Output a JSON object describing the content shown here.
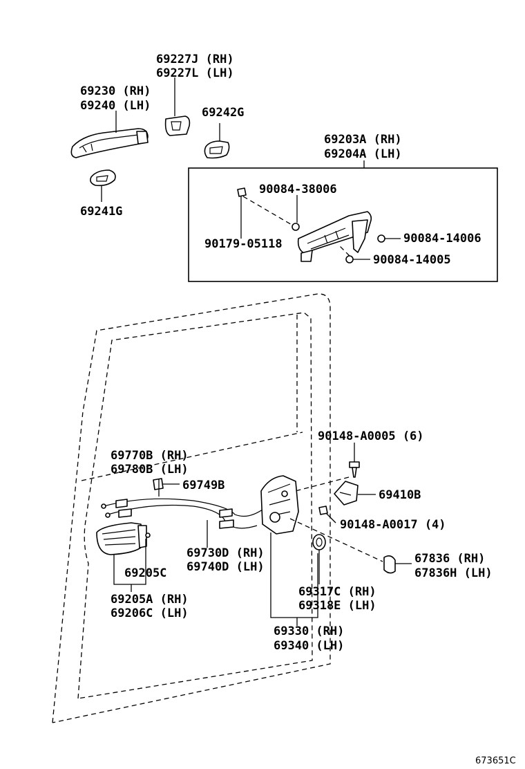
{
  "diagram_id": "673651C",
  "labels": {
    "p69227j": "69227J (RH)",
    "p69227l": "69227L (LH)",
    "p69230": "69230 (RH)",
    "p69240": "69240 (LH)",
    "p69242g": "69242G",
    "p69241g": "69241G",
    "p69203a": "69203A (RH)",
    "p69204a": "69204A (LH)",
    "p90084_38006": "90084-38006",
    "p90179_05118": "90179-05118",
    "p90084_14006": "90084-14006",
    "p90084_14005": "90084-14005",
    "p90148_a0005": "90148-A0005 (6)",
    "p69770b": "69770B (RH)",
    "p69780b": "69780B (LH)",
    "p69749b": "69749B",
    "p69410b": "69410B",
    "p90148_a0017": "90148-A0017 (4)",
    "p69730d": "69730D (RH)",
    "p69740d": "69740D (LH)",
    "p67836": "67836 (RH)",
    "p67836h": "67836H (LH)",
    "p69205c": "69205C",
    "p69317c": "69317C (RH)",
    "p69318e": "69318E (LH)",
    "p69205a": "69205A (RH)",
    "p69206c": "69206C (LH)",
    "p69330": "69330 (RH)",
    "p69340": "69340 (LH)"
  }
}
